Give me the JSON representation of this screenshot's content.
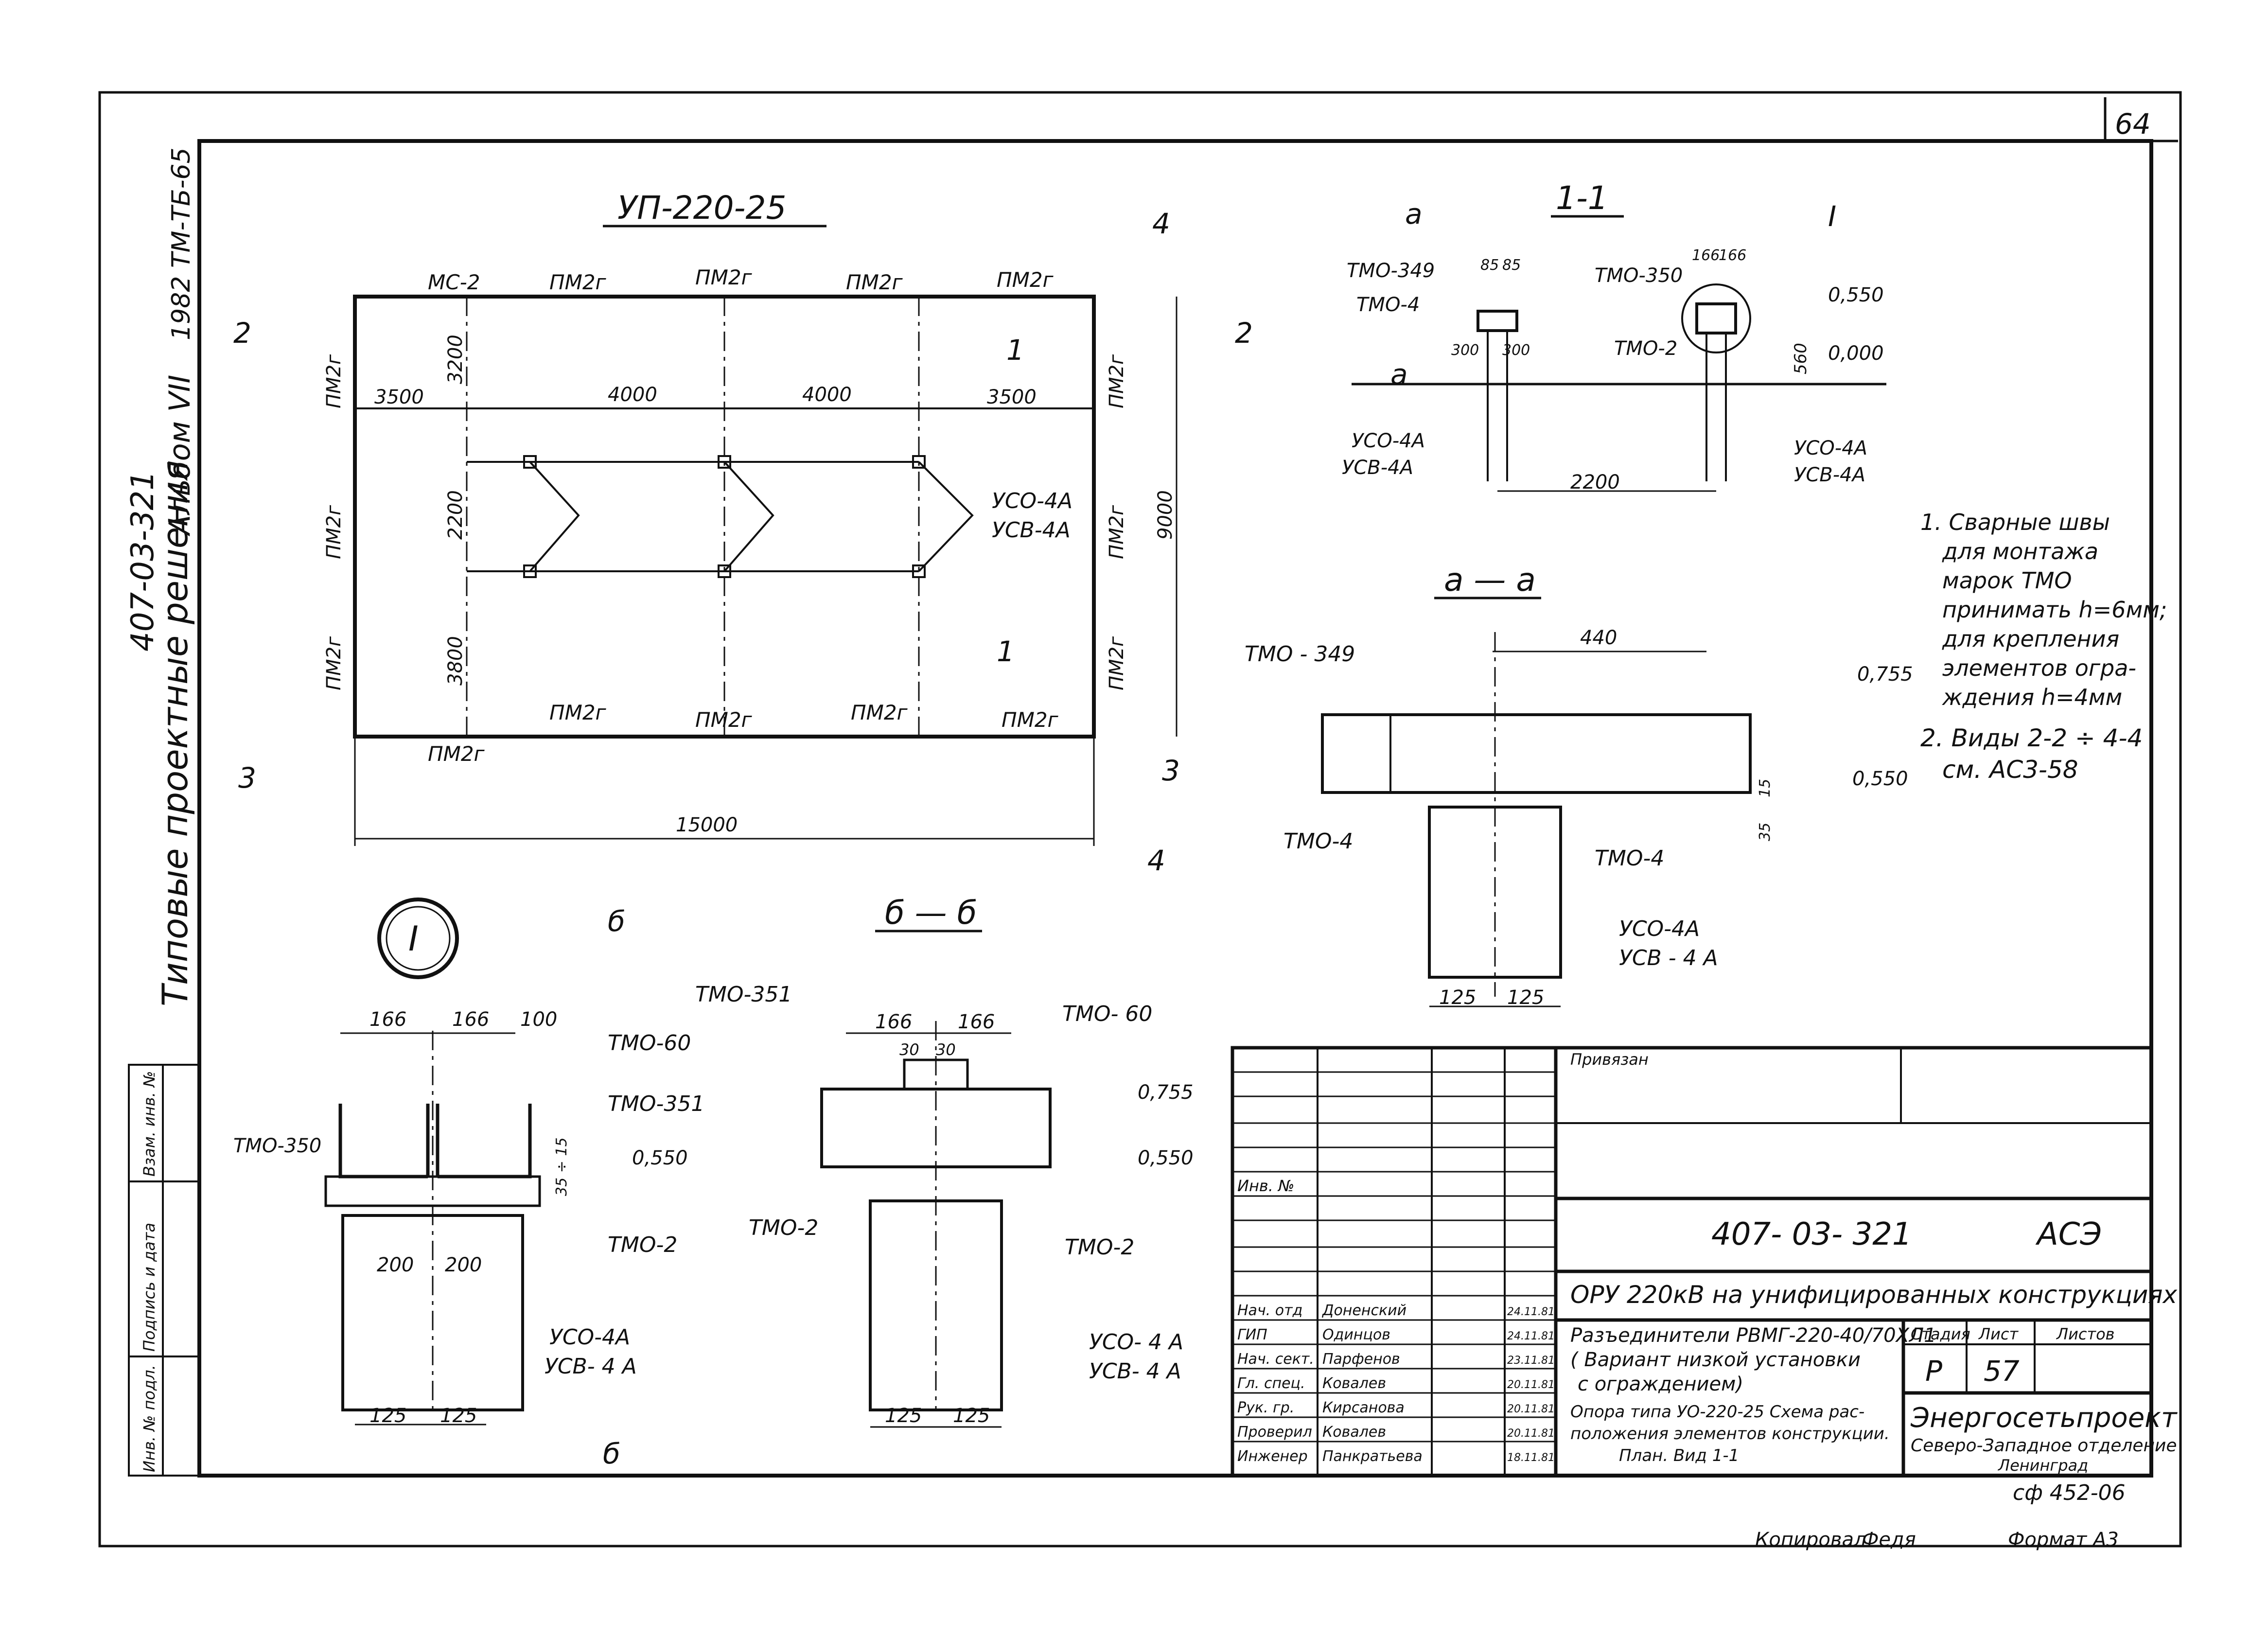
{
  "sheet": {
    "page_number": "64",
    "vertical": {
      "series_title": "Типовые проектные решения",
      "project_code": "407-03-321",
      "album": "Альбом VII",
      "edition": "1982 ТМ-ТБ-65"
    },
    "left_stamp": [
      "Взам. инв. №",
      "Подпись и дата",
      "Инв. № подл."
    ],
    "copied_by": "Копировал",
    "copied_signature": "Федя",
    "format": "Формат А3",
    "archive_number": "сф 452-06"
  },
  "plan": {
    "title": "УП-220-25",
    "panel_labels": [
      "МС-2",
      "ПМ2г",
      "ПМ2г",
      "ПМ2г",
      "ПМ2г",
      "ПМ2г",
      "ПМ2г",
      "ПМ2г",
      "ПМ2г",
      "ПМ2г",
      "ПМ2г",
      "ПМ2г",
      "ПМ2г",
      "ПМ2г",
      "ПМ2г",
      "ПМ2г"
    ],
    "dims": [
      "3500",
      "4000",
      "4000",
      "3500",
      "3200",
      "2200",
      "3800",
      "9000",
      "15000"
    ],
    "posts": "УСО-4А",
    "posts2": "УСВ-4А",
    "section_marks": [
      "2",
      "2",
      "3",
      "3",
      "4",
      "4",
      "1",
      "1"
    ]
  },
  "section11": {
    "title": "1-1",
    "labels": [
      "ТМО-349",
      "ТМО-4",
      "ТМО-350",
      "ТМО-2",
      "УСО-4А",
      "УСВ-4А",
      "УСО-4А",
      "УСВ-4А",
      "а",
      "а",
      "I"
    ],
    "dims": [
      "85",
      "85",
      "166",
      "166",
      "300",
      "300",
      "2200",
      "560",
      "0,550",
      "0,000"
    ]
  },
  "sectionAA": {
    "title": "а — а",
    "labels": [
      "ТМО - 349",
      "ТМО-4",
      "ТМО-4",
      "УСО-4А",
      "УСВ - 4 А"
    ],
    "dims": [
      "440",
      "0,755",
      "0,550",
      "15",
      "35",
      "125",
      "125"
    ]
  },
  "notes": [
    "1. Сварные швы",
    "для монтажа",
    "марок ТМО",
    "принимать h=6мм;",
    "для крепления",
    "элементов огра-",
    "ждения h=4мм",
    "2. Виды 2-2 ÷ 4-4",
    "см. АС3-58"
  ],
  "detailI": {
    "title": "I",
    "labels": [
      "ТМО-60",
      "ТМО-351",
      "ТМО-350",
      "ТМО-2",
      "УСО-4А",
      "УСВ- 4 А",
      "б",
      "б"
    ],
    "dims": [
      "166",
      "166",
      "100",
      "35 ÷ 15",
      "0,550",
      "200",
      "200",
      "125",
      "125"
    ]
  },
  "sectionBB": {
    "title": "б — б",
    "labels": [
      "ТМО-351",
      "ТМО- 60",
      "ТМО-2",
      "ТМО-2",
      "УСО- 4 А",
      "УСВ- 4 А"
    ],
    "dims": [
      "166",
      "166",
      "30",
      "30",
      "0,755",
      "0,550",
      "125",
      "125"
    ]
  },
  "titleblock": {
    "tied": "Привязан",
    "inv": "Инв. №",
    "code": "407- 03- 321",
    "mark": "АСЭ",
    "object": "ОРУ 220кВ на унифицированных конструкциях",
    "subject": [
      "Разъединители РВМГ-220-40/70ХЛ1",
      "( Вариант низкой установки",
      "с ограждением)"
    ],
    "sheet_title": [
      "Опора типа УО-220-25 Схема рас-",
      "положения элементов конструкции.",
      "План. Вид 1-1"
    ],
    "stage_label": "Стадия",
    "sheet_label": "Лист",
    "sheets_label": "Листов",
    "stage": "Р",
    "sheet": "57",
    "org": "Энергосетьпроект",
    "org2": "Северо-Западное отделение",
    "org3": "Ленинград",
    "roles": [
      {
        "role": "Нач. отд",
        "name": "Доненский",
        "date": "24.11.81"
      },
      {
        "role": "ГИП",
        "name": "Одинцов",
        "date": "24.11.81"
      },
      {
        "role": "Нач. сект.",
        "name": "Парфенов",
        "date": "23.11.81"
      },
      {
        "role": "Гл. спец.",
        "name": "Ковалев",
        "date": "20.11.81"
      },
      {
        "role": "Рук. гр.",
        "name": "Кирсанова",
        "date": "20.11.81"
      },
      {
        "role": "Проверил",
        "name": "Ковалев",
        "date": "20.11.81"
      },
      {
        "role": "Инженер",
        "name": "Панкратьева",
        "date": "18.11.81"
      }
    ]
  }
}
